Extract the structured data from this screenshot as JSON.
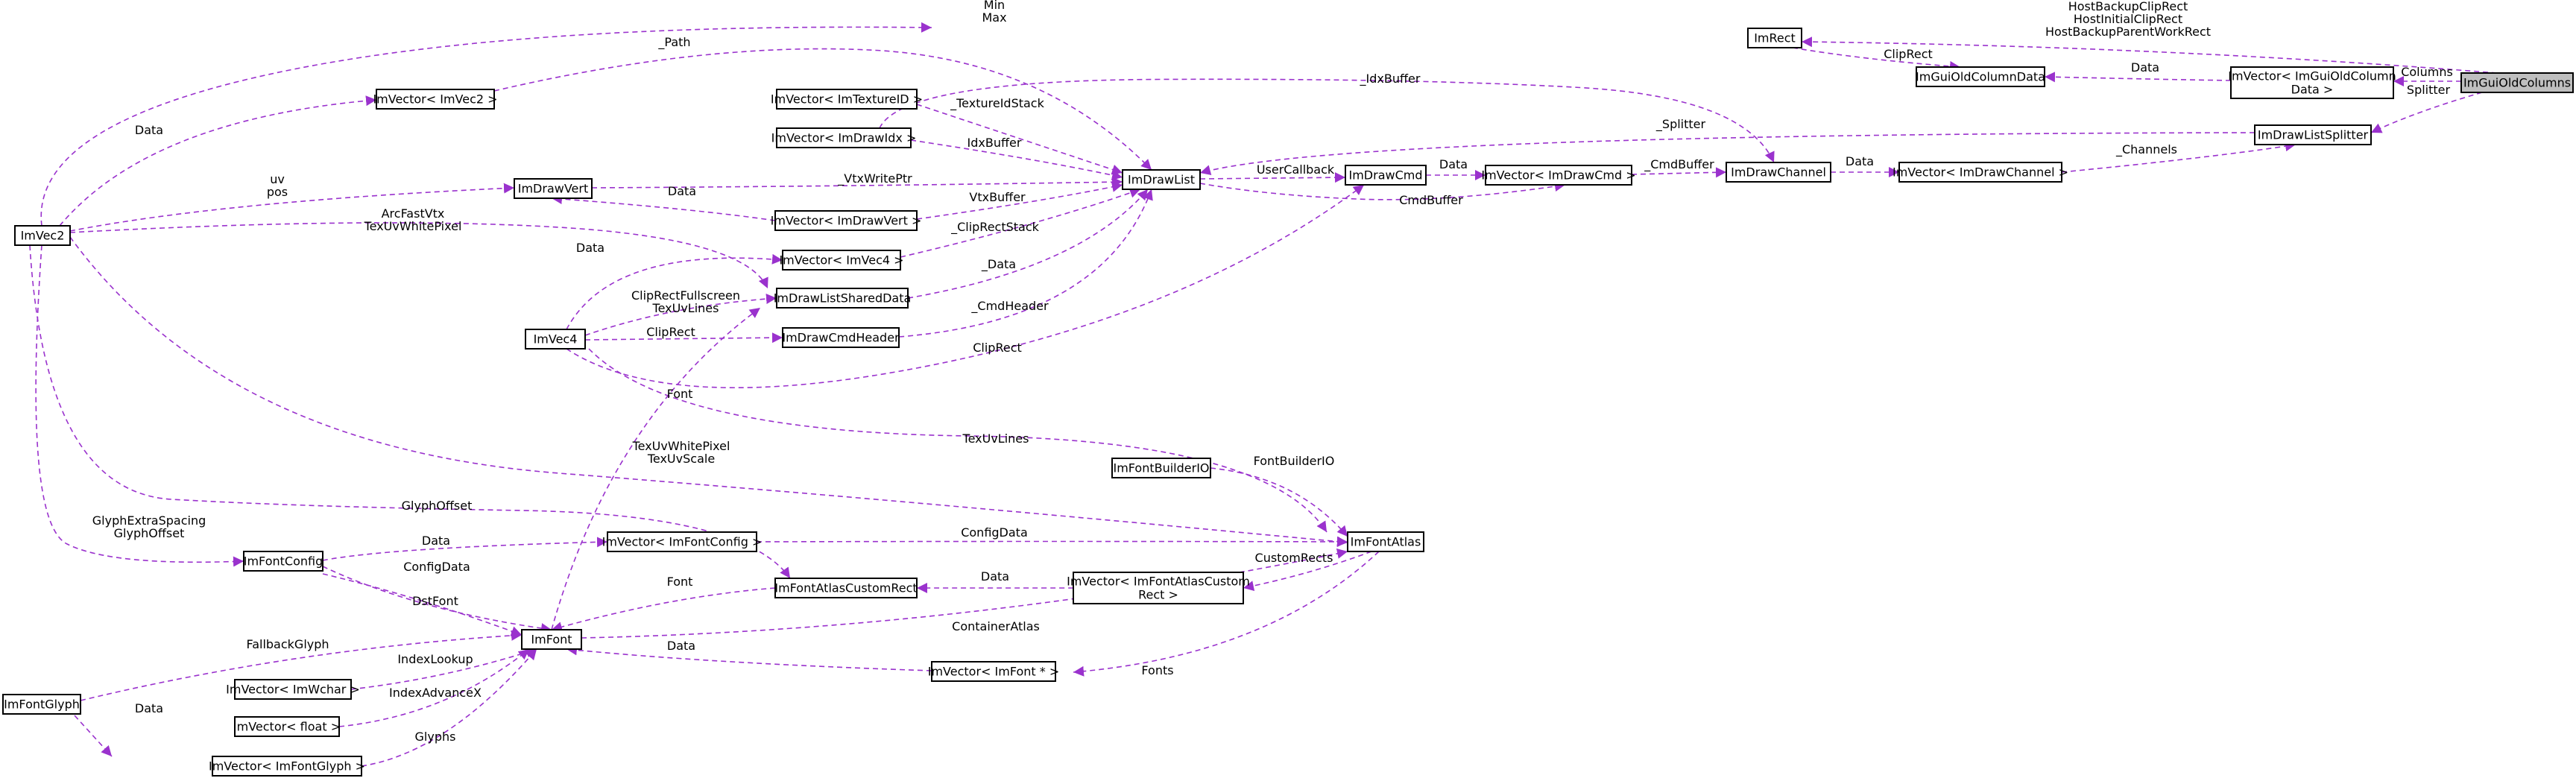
{
  "accent_color": "#9a32cd",
  "root": "ImGuiOldColumns",
  "nodes": {
    "ImGuiOldColumns": "ImGuiOldColumns",
    "ImRect": "ImRect",
    "ImVectorOldColumnData": [
      "ImVector< ImGuiOldColumn",
      "Data >"
    ],
    "ImGuiOldColumnData": "ImGuiOldColumnData",
    "ImDrawListSplitter": "ImDrawListSplitter",
    "ImVectorDrawChannel": "ImVector< ImDrawChannel >",
    "ImDrawChannel": "ImDrawChannel",
    "ImVectorDrawCmd": "ImVector< ImDrawCmd >",
    "ImDrawCmd": "ImDrawCmd",
    "ImDrawList": "ImDrawList",
    "ImVectorTextureID": "ImVector< ImTextureID >",
    "ImVectorDrawIdx": "ImVector< ImDrawIdx >",
    "ImVectorVec2": "ImVector< ImVec2 >",
    "ImDrawVert": "ImDrawVert",
    "ImVectorDrawVert": "ImVector< ImDrawVert >",
    "ImVectorVec4": "ImVector< ImVec4 >",
    "ImDrawListSharedData": "ImDrawListSharedData",
    "ImDrawCmdHeader": "ImDrawCmdHeader",
    "ImVec2": "ImVec2",
    "ImVec4": "ImVec4",
    "ImFontBuilderIO": "ImFontBuilderIO",
    "ImFontAtlas": "ImFontAtlas",
    "ImVectorFontConfig": "ImVector< ImFontConfig >",
    "ImFontConfig": "ImFontConfig",
    "ImFontAtlasCustomRect": "ImFontAtlasCustomRect",
    "ImVectorCustomRect": [
      "ImVector< ImFontAtlasCustom",
      "Rect >"
    ],
    "ImFont": "ImFont",
    "ImVectorFontPtr": "ImVector< ImFont * >",
    "ImVectorWchar": "ImVector< ImWchar >",
    "ImVectorFloat": "ImVector< float >",
    "ImFontGlyph": "ImFontGlyph",
    "ImVectorFontGlyph": "ImVector< ImFontGlyph >"
  },
  "edges": [
    {
      "from": "ImRect",
      "to": "ImGuiOldColumns",
      "label": [
        "HostBackupClipRect",
        "HostInitialClipRect",
        "HostBackupParentWorkRect"
      ]
    },
    {
      "from": "ImVectorOldColumnData",
      "to": "ImGuiOldColumns",
      "label": [
        "Columns"
      ]
    },
    {
      "from": "ImDrawListSplitter",
      "to": "ImGuiOldColumns",
      "label": [
        "Splitter"
      ]
    },
    {
      "from": "ImVec2",
      "to": "ImRect",
      "label": [
        "Min",
        "Max"
      ]
    },
    {
      "from": "ImGuiOldColumnData",
      "to": "ImVectorOldColumnData",
      "label": [
        "Data"
      ]
    },
    {
      "from": "ImRect",
      "to": "ImGuiOldColumnData",
      "label": [
        "ClipRect"
      ]
    },
    {
      "from": "ImVectorDrawChannel",
      "to": "ImDrawListSplitter",
      "label": [
        "_Channels"
      ]
    },
    {
      "from": "ImDrawListSplitter",
      "to": "ImDrawList",
      "label": [
        "_Splitter"
      ]
    },
    {
      "from": "ImDrawChannel",
      "to": "ImVectorDrawChannel",
      "label": [
        "Data"
      ]
    },
    {
      "from": "ImVectorDrawCmd",
      "to": "ImDrawChannel",
      "label": [
        "_CmdBuffer"
      ]
    },
    {
      "from": "ImVectorDrawIdx",
      "to": "ImDrawChannel",
      "label": [
        "_IdxBuffer"
      ]
    },
    {
      "from": "ImDrawCmd",
      "to": "ImVectorDrawCmd",
      "label": [
        "Data"
      ]
    },
    {
      "from": "ImVectorDrawCmd",
      "to": "ImDrawList",
      "label": [
        "CmdBuffer"
      ]
    },
    {
      "from": "ImDrawList",
      "to": "ImDrawCmd",
      "label": [
        "UserCallback"
      ]
    },
    {
      "from": "ImVec4",
      "to": "ImDrawCmd",
      "label": [
        "ClipRect"
      ]
    },
    {
      "from": "ImVectorTextureID",
      "to": "ImDrawList",
      "label": [
        "_TextureIdStack"
      ]
    },
    {
      "from": "ImVectorDrawIdx",
      "to": "ImDrawList",
      "label": [
        "IdxBuffer"
      ]
    },
    {
      "from": "ImVectorVec2",
      "to": "ImDrawList",
      "label": [
        "_Path"
      ]
    },
    {
      "from": "ImDrawVert",
      "to": "ImDrawList",
      "label": [
        "_VtxWritePtr"
      ]
    },
    {
      "from": "ImVectorDrawVert",
      "to": "ImDrawList",
      "label": [
        "VtxBuffer"
      ]
    },
    {
      "from": "ImVectorVec4",
      "to": "ImDrawList",
      "label": [
        "_ClipRectStack"
      ]
    },
    {
      "from": "ImDrawListSharedData",
      "to": "ImDrawList",
      "label": [
        "_Data"
      ]
    },
    {
      "from": "ImDrawCmdHeader",
      "to": "ImDrawList",
      "label": [
        "_CmdHeader"
      ]
    },
    {
      "from": "ImVec2",
      "to": "ImVectorVec2",
      "label": [
        "Data"
      ]
    },
    {
      "from": "ImVec2",
      "to": "ImDrawVert",
      "label": [
        "uv",
        "pos"
      ]
    },
    {
      "from": "ImDrawVert",
      "to": "ImVectorDrawVert",
      "label": [
        "Data"
      ]
    },
    {
      "from": "ImVec4",
      "to": "ImVectorVec4",
      "label": [
        "Data"
      ]
    },
    {
      "from": "ImVec2",
      "to": "ImDrawListSharedData",
      "label": [
        "ArcFastVtx",
        "TexUvWhitePixel"
      ]
    },
    {
      "from": "ImVec4",
      "to": "ImDrawListSharedData",
      "label": [
        "ClipRectFullscreen",
        "TexUvLines"
      ]
    },
    {
      "from": "ImVec4",
      "to": "ImDrawCmdHeader",
      "label": [
        "ClipRect"
      ]
    },
    {
      "from": "ImDrawListSharedData",
      "to": "ImFont",
      "label": [
        "Font"
      ]
    },
    {
      "from": "ImVec4",
      "to": "ImFontAtlas",
      "label": [
        "TexUvLines"
      ]
    },
    {
      "from": "ImVec2",
      "to": "ImFontAtlas",
      "label": [
        "TexUvWhitePixel",
        "TexUvScale"
      ]
    },
    {
      "from": "ImFontBuilderIO",
      "to": "ImFontAtlas",
      "label": [
        "FontBuilderIO"
      ]
    },
    {
      "from": "ImVectorFontConfig",
      "to": "ImFontAtlas",
      "label": [
        "ConfigData"
      ]
    },
    {
      "from": "ImVectorCustomRect",
      "to": "ImFontAtlas",
      "label": [
        "CustomRects"
      ]
    },
    {
      "from": "ImVectorFontPtr",
      "to": "ImFontAtlas",
      "label": [
        "Fonts"
      ]
    },
    {
      "from": "ImFontConfig",
      "to": "ImVectorFontConfig",
      "label": [
        "Data"
      ]
    },
    {
      "from": "ImFontAtlasCustomRect",
      "to": "ImVectorCustomRect",
      "label": [
        "Data"
      ]
    },
    {
      "from": "ImVec2",
      "to": "ImFontAtlasCustomRect",
      "label": [
        "GlyphOffset"
      ]
    },
    {
      "from": "ImFont",
      "to": "ImFontAtlasCustomRect",
      "label": [
        "Font"
      ]
    },
    {
      "from": "ImVec2",
      "to": "ImFontConfig",
      "label": [
        "GlyphExtraSpacing",
        "GlyphOffset"
      ]
    },
    {
      "from": "ImFont",
      "to": "ImFontConfig",
      "label": [
        "DstFont"
      ]
    },
    {
      "from": "ImFontConfig",
      "to": "ImFont",
      "label": [
        "ConfigData"
      ]
    },
    {
      "from": "ImFontAtlas",
      "to": "ImFont",
      "label": [
        "ContainerAtlas"
      ]
    },
    {
      "from": "ImFont",
      "to": "ImVectorFontPtr",
      "label": [
        "Data"
      ]
    },
    {
      "from": "ImVectorWchar",
      "to": "ImFont",
      "label": [
        "IndexLookup"
      ]
    },
    {
      "from": "ImVectorFloat",
      "to": "ImFont",
      "label": [
        "IndexAdvanceX"
      ]
    },
    {
      "from": "ImFontGlyph",
      "to": "ImFont",
      "label": [
        "FallbackGlyph"
      ]
    },
    {
      "from": "ImVectorFontGlyph",
      "to": "ImFont",
      "label": [
        "Glyphs"
      ]
    },
    {
      "from": "ImFontGlyph",
      "to": "ImVectorFontGlyph",
      "label": [
        "Data"
      ]
    }
  ]
}
